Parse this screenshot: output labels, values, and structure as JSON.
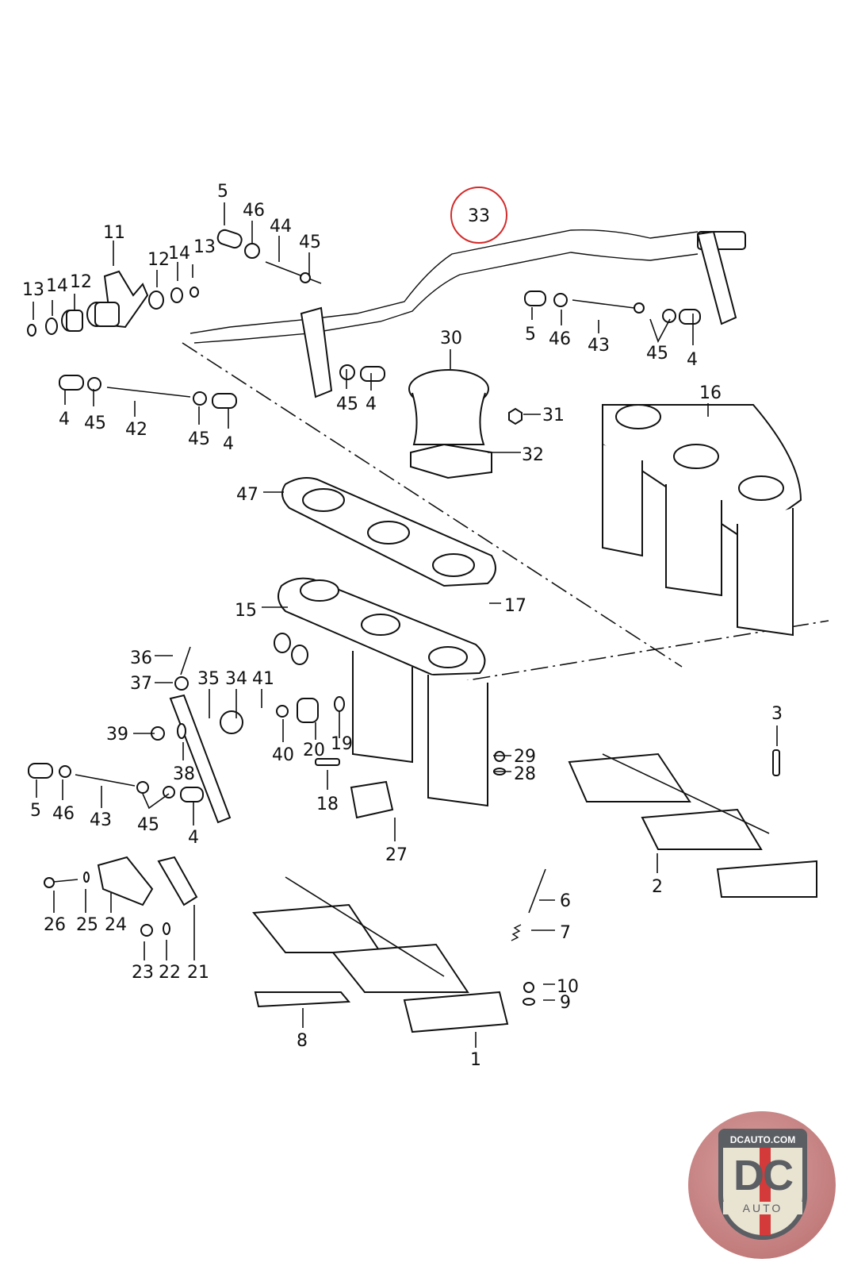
{
  "diagram": {
    "title": "Carburetor, intake manifold and throttle linkage parts diagram",
    "highlighted_part": "33",
    "highlight_color": "#d42a2a",
    "callouts": {
      "c1": "1",
      "c2": "2",
      "c3": "3",
      "c4a": "4",
      "c4b": "4",
      "c4c": "4",
      "c4d": "4",
      "c4e": "4",
      "c5a": "5",
      "c5b": "5",
      "c5c": "5",
      "c6": "6",
      "c7": "7",
      "c8": "8",
      "c9": "9",
      "c10": "10",
      "c11": "11",
      "c12a": "12",
      "c12b": "12",
      "c13a": "13",
      "c13b": "13",
      "c14a": "14",
      "c14b": "14",
      "c15": "15",
      "c16": "16",
      "c17": "17",
      "c18": "18",
      "c19": "19",
      "c20": "20",
      "c21": "21",
      "c22": "22",
      "c23": "23",
      "c24": "24",
      "c25": "25",
      "c26": "26",
      "c27": "27",
      "c28": "28",
      "c29": "29",
      "c30": "30",
      "c31": "31",
      "c32": "32",
      "c33": "33",
      "c34": "34",
      "c35": "35",
      "c36": "36",
      "c37": "37",
      "c38": "38",
      "c39": "39",
      "c40": "40",
      "c41": "41",
      "c42": "42",
      "c43a": "43",
      "c43b": "43",
      "c44": "44",
      "c45a": "45",
      "c45b": "45",
      "c45c": "45",
      "c45d": "45",
      "c45e": "45",
      "c45f": "45",
      "c46a": "46",
      "c46b": "46",
      "c46c": "46",
      "c47": "47"
    }
  },
  "logo": {
    "url_text": "DCAUTO.COM",
    "mark": "DC",
    "subtext": "AUTO",
    "colors": {
      "gray": "#5b5e63",
      "red": "#d53a3a",
      "cream": "#e9e3d2"
    }
  }
}
